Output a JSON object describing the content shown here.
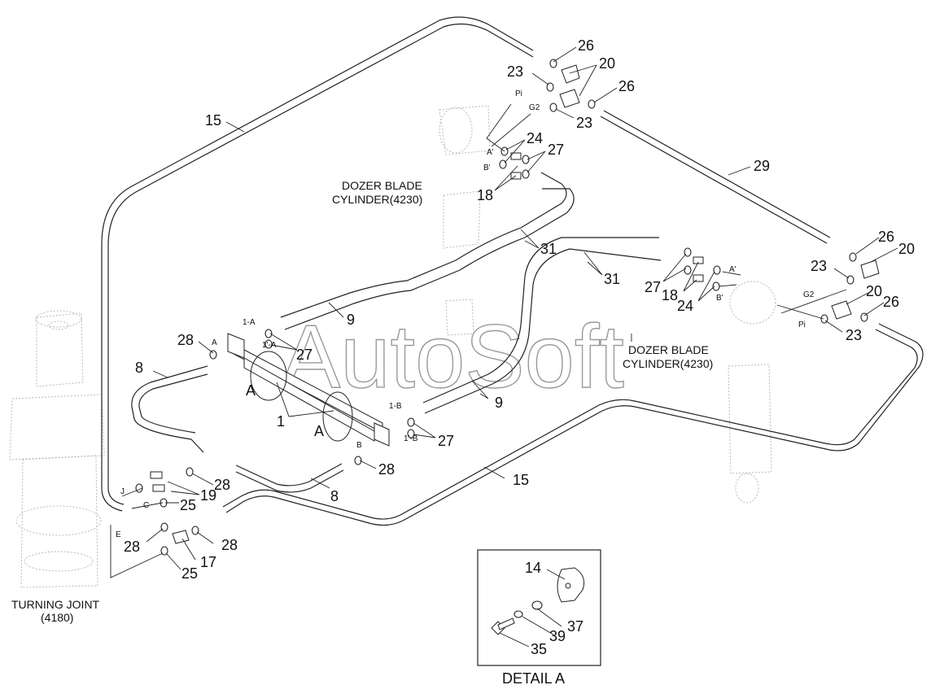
{
  "watermark": "AutoSoft",
  "labels": {
    "dozer_top_line1": "DOZER BLADE",
    "dozer_top_line2": "CYLINDER(4230)",
    "dozer_right_line1": "DOZER BLADE",
    "dozer_right_line2": "CYLINDER(4230)",
    "turning_joint_line1": "TURNING JOINT",
    "turning_joint_line2": "(4180)",
    "detail_title": "DETAIL A"
  },
  "part_numbers": {
    "p26_top": "26",
    "p20_top": "20",
    "p23_top": "23",
    "p26_mid": "26",
    "p23_mid": "23",
    "p15_left": "15",
    "p24_top": "24",
    "p27_top": "27",
    "p18_top": "18",
    "p29": "29",
    "p31_left": "31",
    "p31_right": "31",
    "p9_upper": "9",
    "p9_lower": "9",
    "p26_r1": "26",
    "p20_r1": "20",
    "p23_r1": "23",
    "p20_r2": "20",
    "p26_r2": "26",
    "p23_r2": "23",
    "p27_r": "27",
    "p18_r": "18",
    "p24_r": "24",
    "p28_a": "28",
    "p27_a": "27",
    "p8_left": "8",
    "p1": "1",
    "p27_b": "27",
    "p28_b": "28",
    "p8_bottom": "8",
    "p15_bottom": "15",
    "p28_c": "28",
    "p19": "19",
    "p25_a": "25",
    "p28_d": "28",
    "p28_e": "28",
    "p17": "17",
    "p25_b": "25",
    "p14": "14",
    "p37": "37",
    "p39": "39",
    "p35": "35"
  },
  "port_labels": {
    "pi_top": "Pi",
    "g2_top": "G2",
    "a_prime_top": "A'",
    "b_prime_top": "B'",
    "a_prime_right": "A'",
    "b_prime_right": "B'",
    "g2_right": "G2",
    "pi_right": "Pi",
    "port_1a": "1-A",
    "port_1pa": "1'-A",
    "port_a": "A",
    "port_1b": "1-B",
    "port_1pb": "1'-B",
    "port_b": "B",
    "port_j": "J",
    "port_c": "C",
    "port_e": "E",
    "detail_ref_upper": "A",
    "detail_ref_lower": "A"
  }
}
